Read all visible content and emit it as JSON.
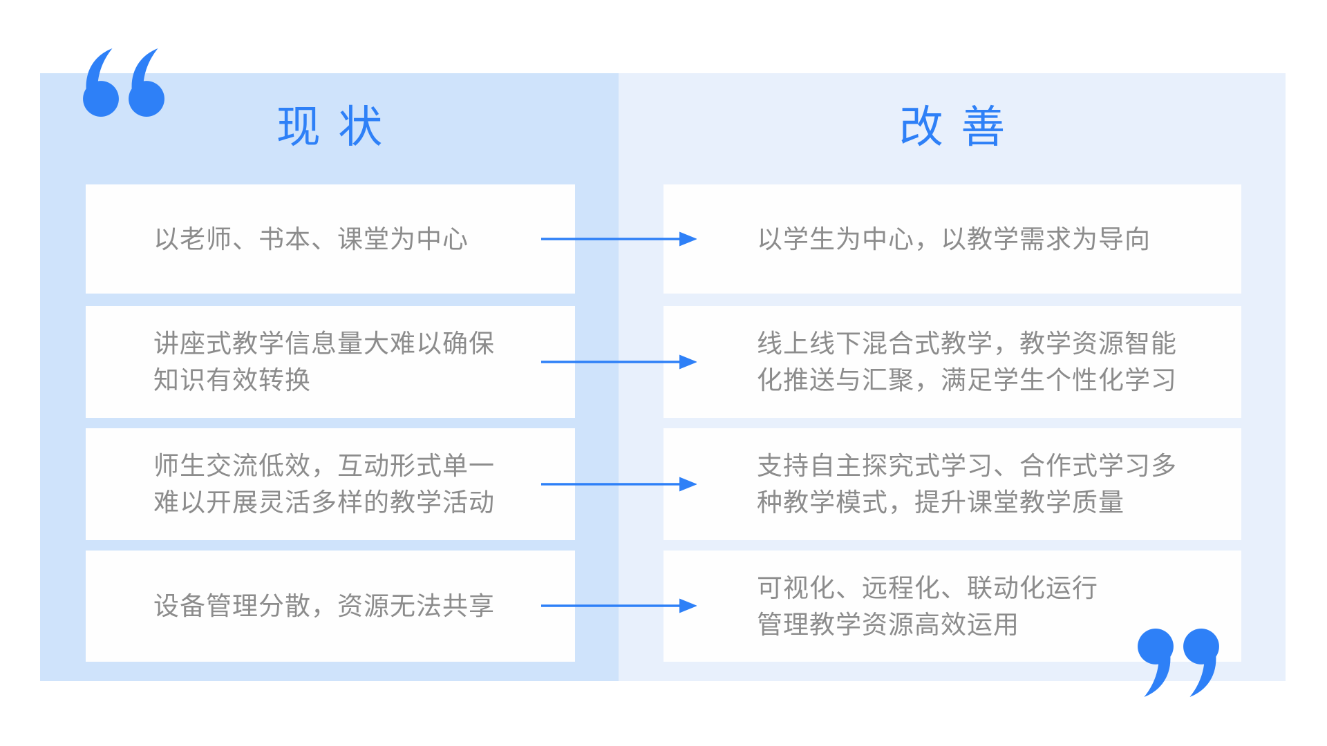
{
  "colors": {
    "accent": "#2E80F7",
    "panel_left": "#CFE3FB",
    "panel_right": "#E8F0FC",
    "box_bg": "#FEFEFE",
    "text_gray": "#8C8C8C"
  },
  "icons": {
    "open_quote": "open-quote-icon",
    "close_quote": "close-quote-icon",
    "arrow": "arrow-right-icon"
  },
  "left_column": {
    "title": "现状",
    "items": [
      {
        "lines": [
          "以老师、书本、课堂为中心"
        ]
      },
      {
        "lines": [
          "讲座式教学信息量大难以确保",
          "知识有效转换"
        ]
      },
      {
        "lines": [
          "师生交流低效，互动形式单一",
          "难以开展灵活多样的教学活动"
        ]
      },
      {
        "lines": [
          "设备管理分散，资源无法共享"
        ]
      }
    ]
  },
  "right_column": {
    "title": "改善",
    "items": [
      {
        "lines": [
          "以学生为中心，以教学需求为导向"
        ]
      },
      {
        "lines": [
          "线上线下混合式教学，教学资源智能",
          "化推送与汇聚，满足学生个性化学习"
        ]
      },
      {
        "lines": [
          "支持自主探究式学习、合作式学习多",
          "种教学模式，提升课堂教学质量"
        ]
      },
      {
        "lines": [
          "可视化、远程化、联动化运行",
          "管理教学资源高效运用"
        ]
      }
    ]
  }
}
